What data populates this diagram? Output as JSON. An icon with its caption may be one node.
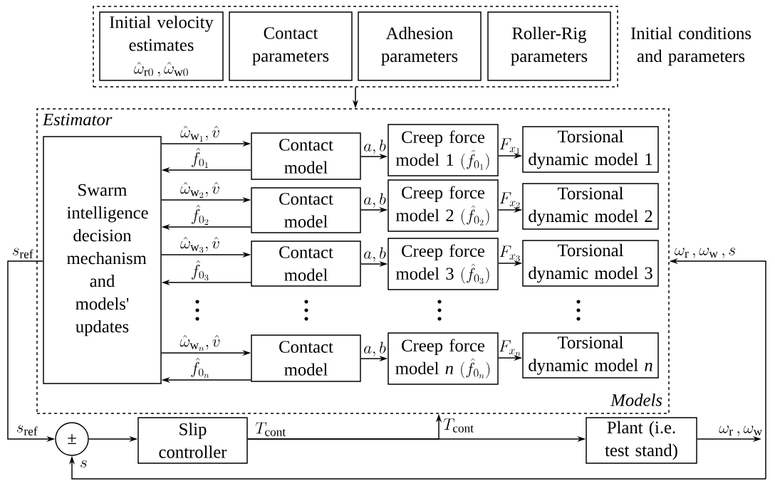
{
  "diagram": {
    "nodes": [
      {
        "text": [
          "Initial conditions and parameters"
        ]
      },
      {
        "text": [
          "Initial velocity estimates",
          "\\hat{\\omega}_{\\mathrm{r}0}\\,,\\hat{\\omega}_{\\mathrm{w}0}"
        ],
        "in": 0
      },
      {
        "text": [
          "Contact parameters"
        ],
        "in": 0
      },
      {
        "text": [
          "Adhesion parameters"
        ],
        "in": 0
      },
      {
        "text": [
          "Roller-Rig parameters"
        ],
        "in": 0
      },
      {
        "text": [
          "Estimator",
          "Models"
        ]
      },
      {
        "text": [
          "Swarm intelligence decision mechanism and models' updates"
        ],
        "in": 5
      },
      {
        "text": [
          "Contact model"
        ],
        "in": 5
      },
      {
        "text": [
          "Contact model"
        ],
        "in": 5
      },
      {
        "text": [
          "Contact model"
        ],
        "in": 5
      },
      {
        "text": [
          "Contact model"
        ],
        "in": 5
      },
      {
        "text": [
          "Creep force model 1",
          "(\\hat{f}_{0_1})"
        ],
        "in": 5
      },
      {
        "text": [
          "Creep force model 2",
          "(\\hat{f}_{0_2})"
        ],
        "in": 5
      },
      {
        "text": [
          "Creep force model 3",
          "(\\hat{f}_{0_3})"
        ],
        "in": 5
      },
      {
        "text": [
          "Creep force model *n*",
          "(\\hat{f}_{0_n})"
        ],
        "in": 5
      },
      {
        "text": [
          "Torsional dynamic model 1"
        ],
        "in": 5
      },
      {
        "text": [
          "Torsional dynamic model 2"
        ],
        "in": 5
      },
      {
        "text": [
          "Torsional dynamic model 3"
        ],
        "in": 5
      },
      {
        "text": [
          "Torsional dynamic model *n*"
        ],
        "in": 5
      },
      {
        "text": [
          "±"
        ]
      },
      {
        "text": [
          "Slip controller"
        ]
      },
      {
        "text": [
          "Plant (i.e. test stand)"
        ]
      }
    ],
    "edges": [
      {
        "from": 0,
        "to": 5,
        "arrow": "to"
      },
      {
        "from": 6,
        "to": 7,
        "arrow": "to",
        "label": "\\hat{\\omega}_{\\mathrm{w}_1},\\hat{v}"
      },
      {
        "from": 7,
        "to": 6,
        "arrow": "to",
        "label": "\\hat{f}_{0_1}"
      },
      {
        "from": 6,
        "to": 8,
        "arrow": "to",
        "label": "\\hat{\\omega}_{\\mathrm{w}_2},\\hat{v}"
      },
      {
        "from": 8,
        "to": 6,
        "arrow": "to",
        "label": "\\hat{f}_{0_2}"
      },
      {
        "from": 6,
        "to": 9,
        "arrow": "to",
        "label": "\\hat{\\omega}_{\\mathrm{w}_3},\\hat{v}"
      },
      {
        "from": 9,
        "to": 6,
        "arrow": "to",
        "label": "\\hat{f}_{0_3}"
      },
      {
        "from": 6,
        "to": 10,
        "arrow": "to",
        "label": "\\hat{\\omega}_{\\mathrm{w}_n},\\hat{v}"
      },
      {
        "from": 10,
        "to": 6,
        "arrow": "to",
        "label": "\\hat{f}_{0_n}"
      },
      {
        "from": 7,
        "to": 11,
        "arrow": "to",
        "label": "a,b"
      },
      {
        "from": 8,
        "to": 12,
        "arrow": "to",
        "label": "a,b"
      },
      {
        "from": 9,
        "to": 13,
        "arrow": "to",
        "label": "a,b"
      },
      {
        "from": 10,
        "to": 14,
        "arrow": "to",
        "label": "a,b"
      },
      {
        "from": 11,
        "to": 15,
        "arrow": "to",
        "label": "F_{x_1}"
      },
      {
        "from": 12,
        "to": 16,
        "arrow": "to",
        "label": "F_{x_2}"
      },
      {
        "from": 13,
        "to": 17,
        "arrow": "to",
        "label": "F_{x_3}"
      },
      {
        "from": 14,
        "to": 18,
        "arrow": "to",
        "label": "F_{x_n}"
      },
      {
        "from": 6,
        "to": 19,
        "arrow": "to",
        "label": "s_{\\mathrm{ref}}"
      },
      {
        "from": 19,
        "to": 20,
        "arrow": "to"
      },
      {
        "from": 20,
        "to": 21,
        "arrow": "to",
        "label": "T_{\\mathrm{cont}}"
      },
      {
        "from": 20,
        "to": 5,
        "arrow": "to",
        "label": "T_{\\mathrm{cont}}"
      },
      {
        "from": 21,
        "to": null,
        "arrow": "to",
        "label": "\\omega_{\\mathrm{r}}\\,,\\omega_{\\mathrm{w}}"
      },
      {
        "from": null,
        "to": 5,
        "arrow": "to",
        "label": "\\omega_{\\mathrm{r}}\\,,\\omega_{\\mathrm{w}}\\,,s"
      },
      {
        "from": null,
        "to": 19,
        "arrow": "to",
        "label": "s"
      }
    ],
    "labels": [
      "s_{\\mathrm{ref}}"
    ]
  }
}
